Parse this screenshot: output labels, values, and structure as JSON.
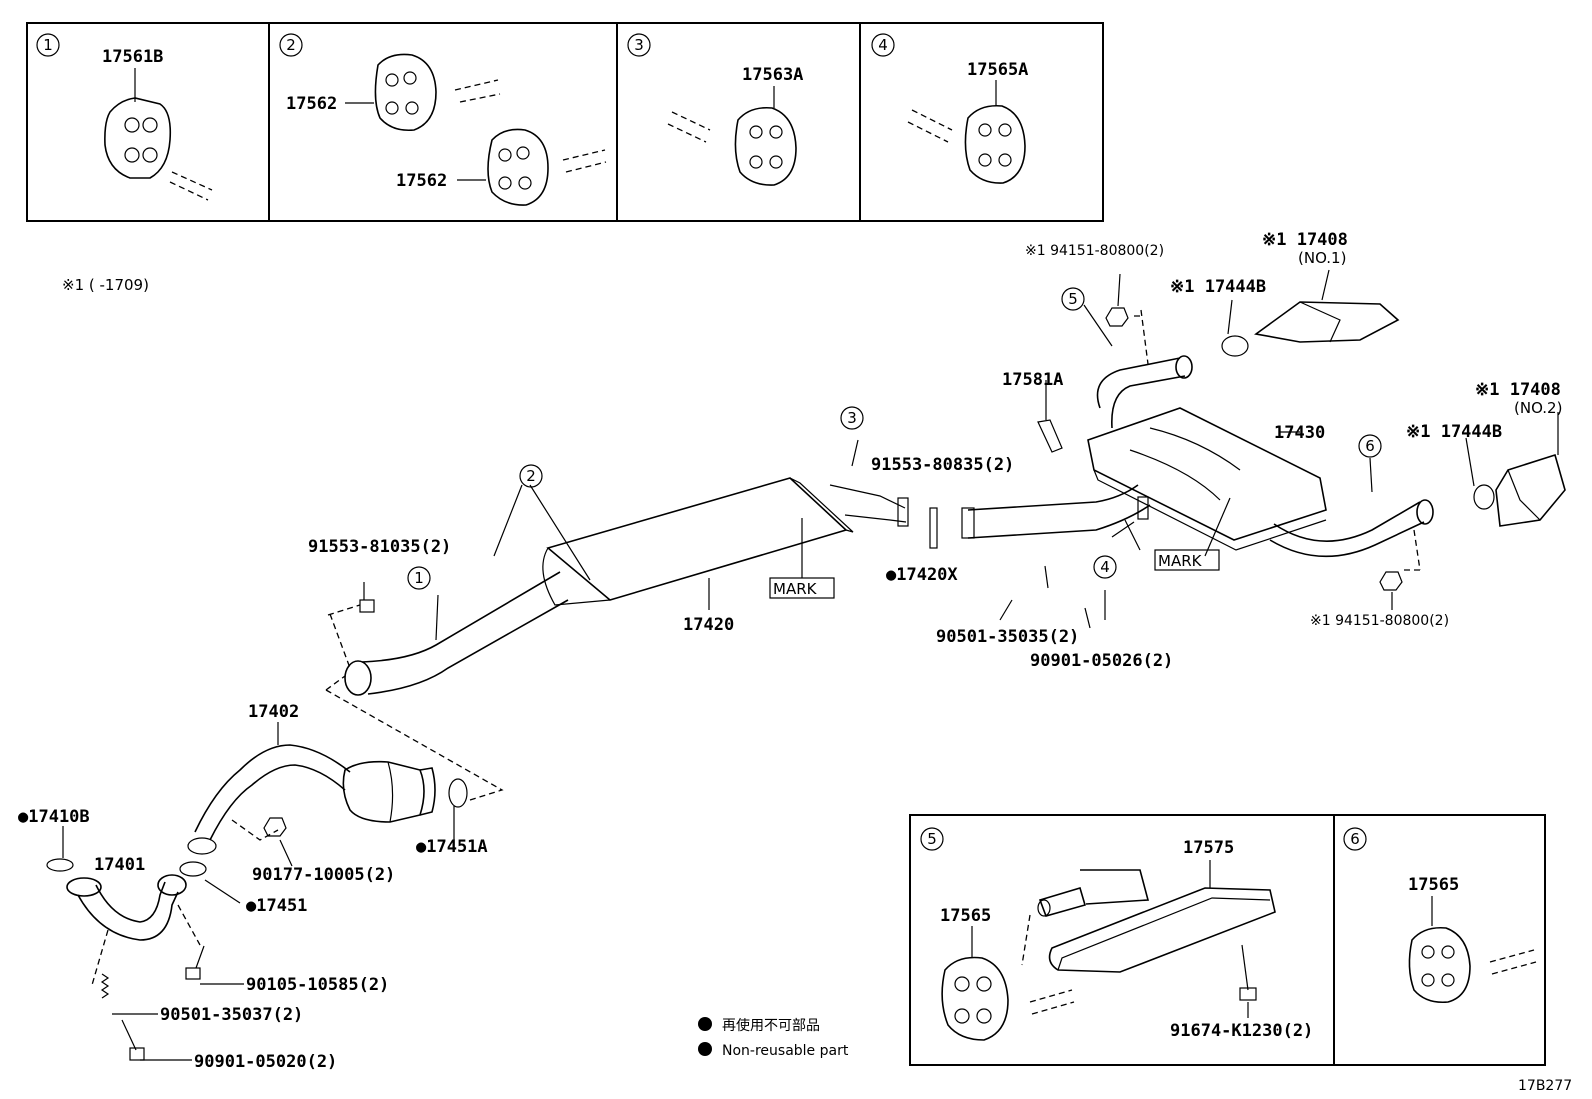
{
  "insets_top": [
    {
      "num": "1",
      "label": "17561B"
    },
    {
      "num": "2",
      "label_a": "17562",
      "label_b": "17562"
    },
    {
      "num": "3",
      "label": "17563A"
    },
    {
      "num": "4",
      "label": "17565A"
    }
  ],
  "insets_bottom": [
    {
      "num": "5",
      "hanger": "17565",
      "bracket": "17575",
      "bolt": "91674-K1230(2)"
    },
    {
      "num": "6",
      "hanger": "17565"
    }
  ],
  "note": "※1 (       -1709)",
  "marks": {
    "m1": "1",
    "m2": "2",
    "m3": "3",
    "m4": "4",
    "m5": "5",
    "m6": "6",
    "mark_a": "MARK",
    "mark_b": "MARK"
  },
  "parts": {
    "p94151_top": "※1 94151-80800(2)",
    "p17408_1": "※1 17408",
    "p17408_1_sub": "(NO.1)",
    "p17444B_1": "※1 17444B",
    "p17581A": "17581A",
    "p17430": "17430",
    "p17408_2": "※1 17408",
    "p17408_2_sub": "(NO.2)",
    "p17444B_2": "※1 17444B",
    "p91553_80835": "91553-80835(2)",
    "p91553_81035": "91553-81035(2)",
    "p17420X": "●17420X",
    "p17420": "17420",
    "p90501_35035": "90501-35035(2)",
    "p90901_05026": "90901-05026(2)",
    "p94151_bottom": "※1 94151-80800(2)",
    "p17402": "17402",
    "p17410B": "●17410B",
    "p17401": "17401",
    "p90177": "90177-10005(2)",
    "p17451A": "●17451A",
    "p17451": "●17451",
    "p90105": "90105-10585(2)",
    "p90501_35037": "90501-35037(2)",
    "p90901_05020": "90901-05020(2)"
  },
  "legend": {
    "jp": "再使用不可部品",
    "en": "Non-reusable part"
  },
  "code": "17B277"
}
